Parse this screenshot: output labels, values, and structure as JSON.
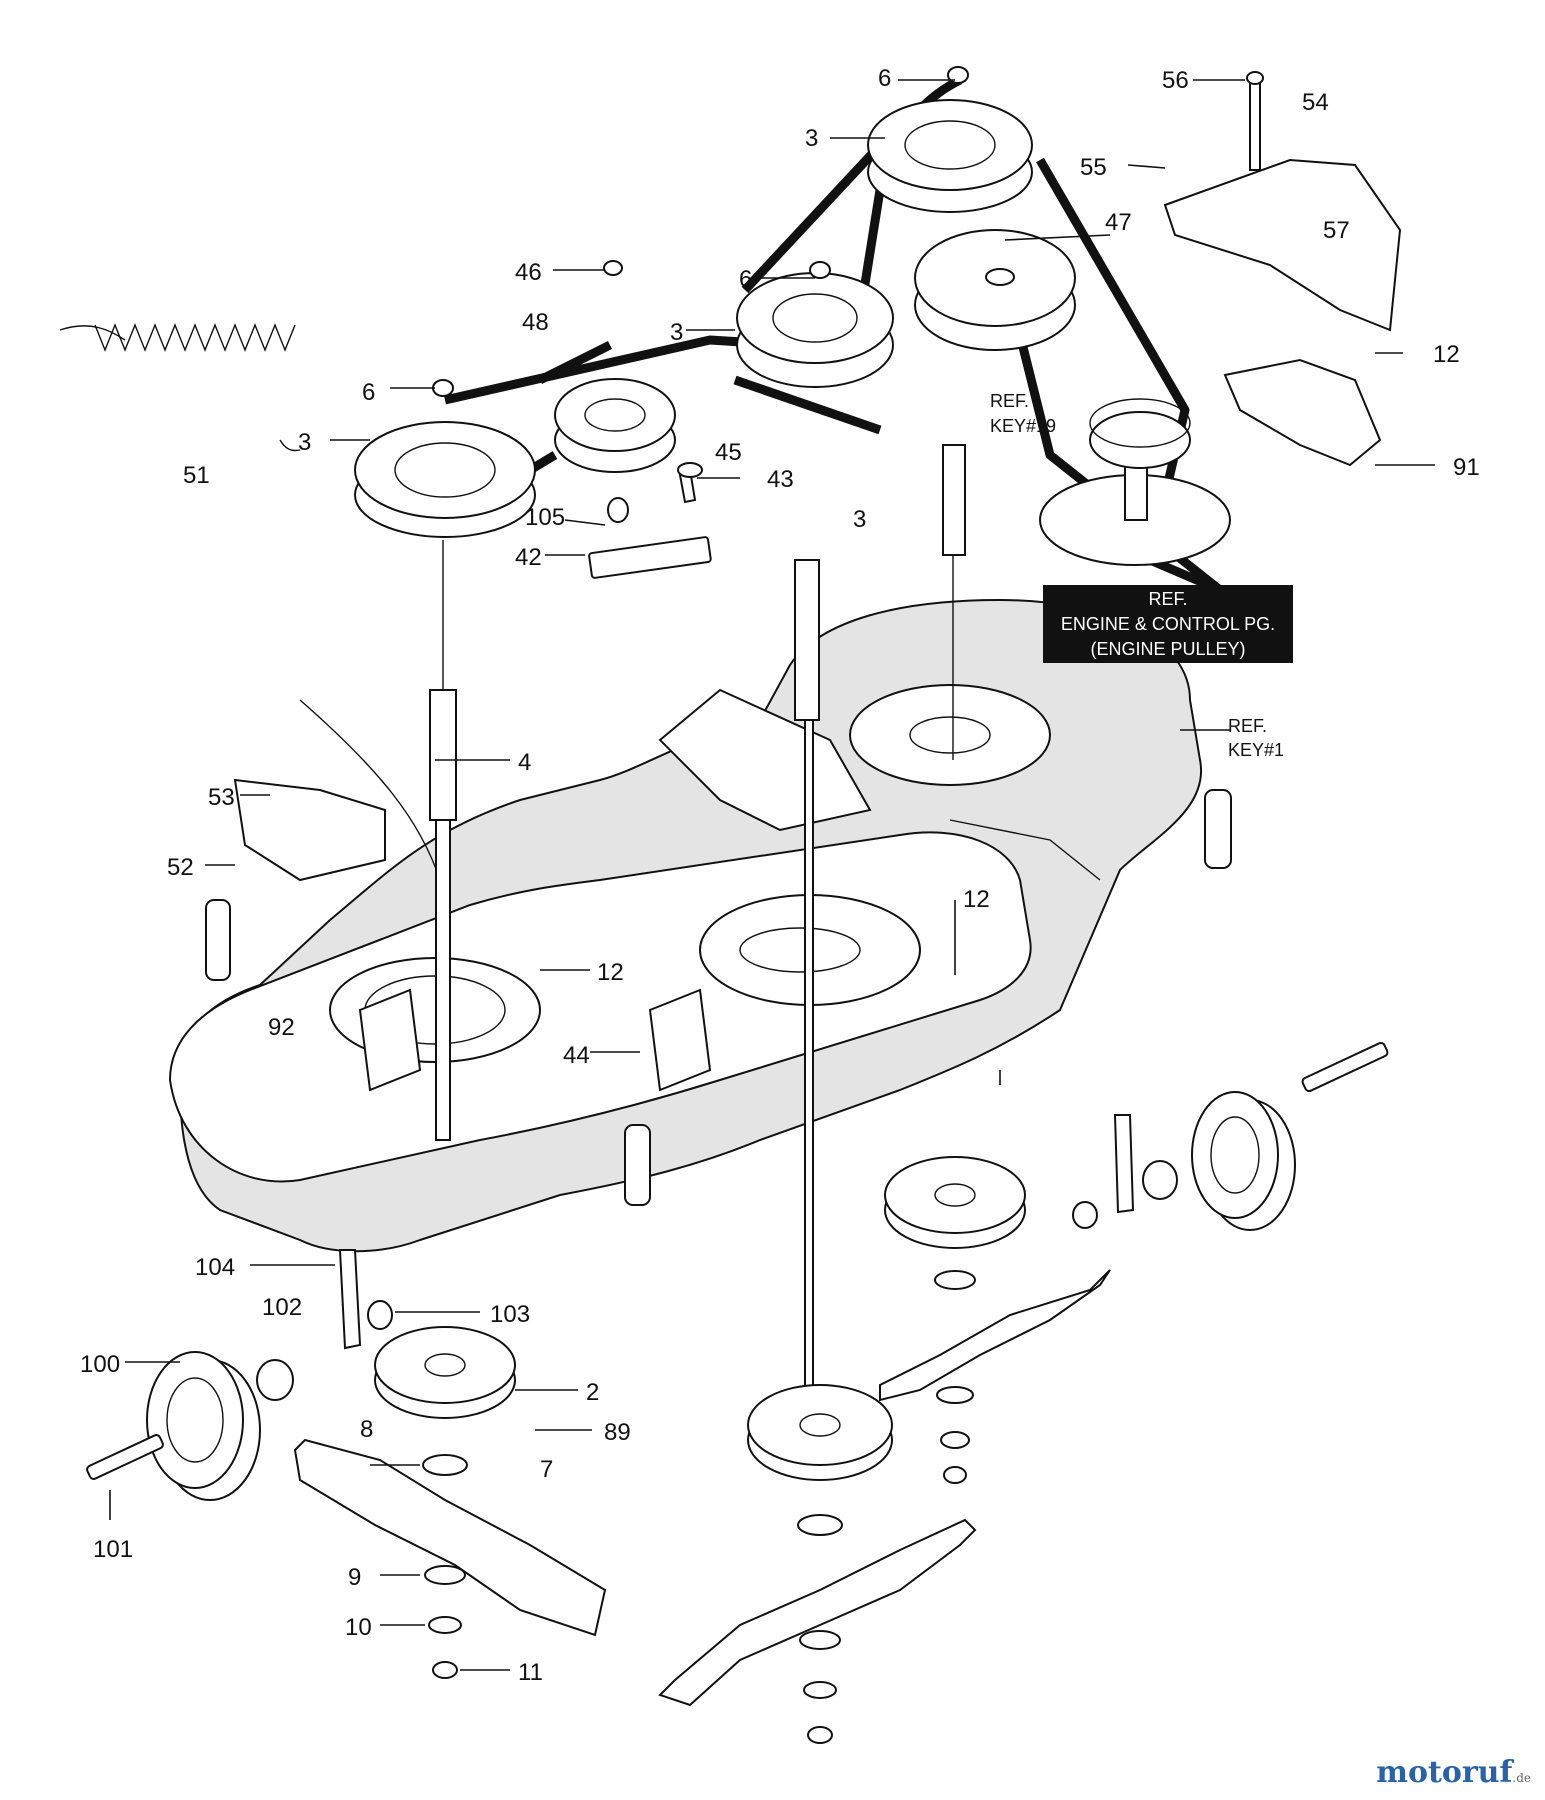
{
  "labels": {
    "l6a": "6",
    "l56": "56",
    "l54": "54",
    "l3a": "3",
    "l55": "55",
    "l57": "57",
    "l47": "47",
    "l46": "46",
    "l6b": "6",
    "l48": "48",
    "l3b": "3",
    "l12a": "12",
    "l6c": "6",
    "l3c": "3",
    "l45": "45",
    "l51": "51",
    "l43": "43",
    "l91": "91",
    "l105": "105",
    "l3d": "3",
    "l42": "42",
    "l4": "4",
    "l53": "53",
    "l52": "52",
    "l12b": "12",
    "l12c": "12",
    "l92": "92",
    "l44": "44",
    "l104": "104",
    "l102": "102",
    "l103": "103",
    "l100": "100",
    "l2": "2",
    "l89": "89",
    "l8": "8",
    "l7": "7",
    "l101": "101",
    "l9": "9",
    "l10": "10",
    "l11": "11"
  },
  "refs": {
    "key19_line1": "REF.",
    "key19_line2": "KEY#19",
    "key1_line1": "REF.",
    "key1_line2": "KEY#1"
  },
  "engine_box": {
    "line1": "REF.",
    "line2": "ENGINE & CONTROL PG.",
    "line3": "(ENGINE PULLEY)"
  },
  "watermark": {
    "name": "motoruf",
    "tld": ".de"
  },
  "colors": {
    "ink": "#111111",
    "box_bg": "#111111",
    "box_text": "#ffffff",
    "brand": "#2a62a3"
  }
}
